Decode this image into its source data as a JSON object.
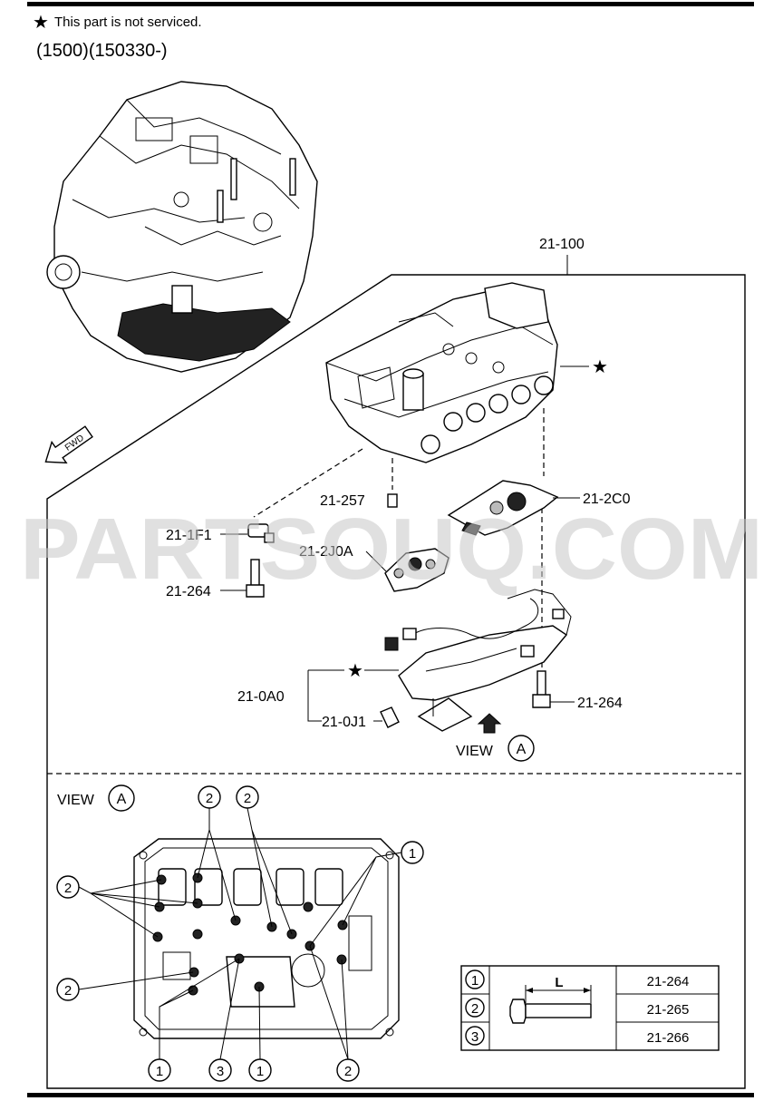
{
  "header": {
    "note_icon": "star-icon",
    "note": "This part is not serviced.",
    "model_code": "(1500)(150330-)"
  },
  "watermark": "PARTSOUQ.COM",
  "fwd_label": "FWD",
  "callouts": {
    "assembly": "21-100",
    "pin": "21-257",
    "plate": "21-2C0",
    "sensor": "21-1F1",
    "bolt_left": "21-264",
    "valve": "21-2J0A",
    "harness": "21-0A0",
    "clip": "21-0J1",
    "bolt_right": "21-264"
  },
  "view_label": "VIEW",
  "view_letter": "A",
  "view_section_label": "VIEW",
  "bolt_markers": {
    "top_a": "2",
    "top_b": "2",
    "left_group": "2",
    "left_single": "2",
    "right_top": "1",
    "bottom_1": "1",
    "bottom_3": "3",
    "bottom_1b": "1",
    "bottom_2": "2"
  },
  "legend": {
    "dimension_label": "L",
    "rows": [
      {
        "index": "1",
        "part": "21-264"
      },
      {
        "index": "2",
        "part": "21-265"
      },
      {
        "index": "3",
        "part": "21-266"
      }
    ]
  }
}
